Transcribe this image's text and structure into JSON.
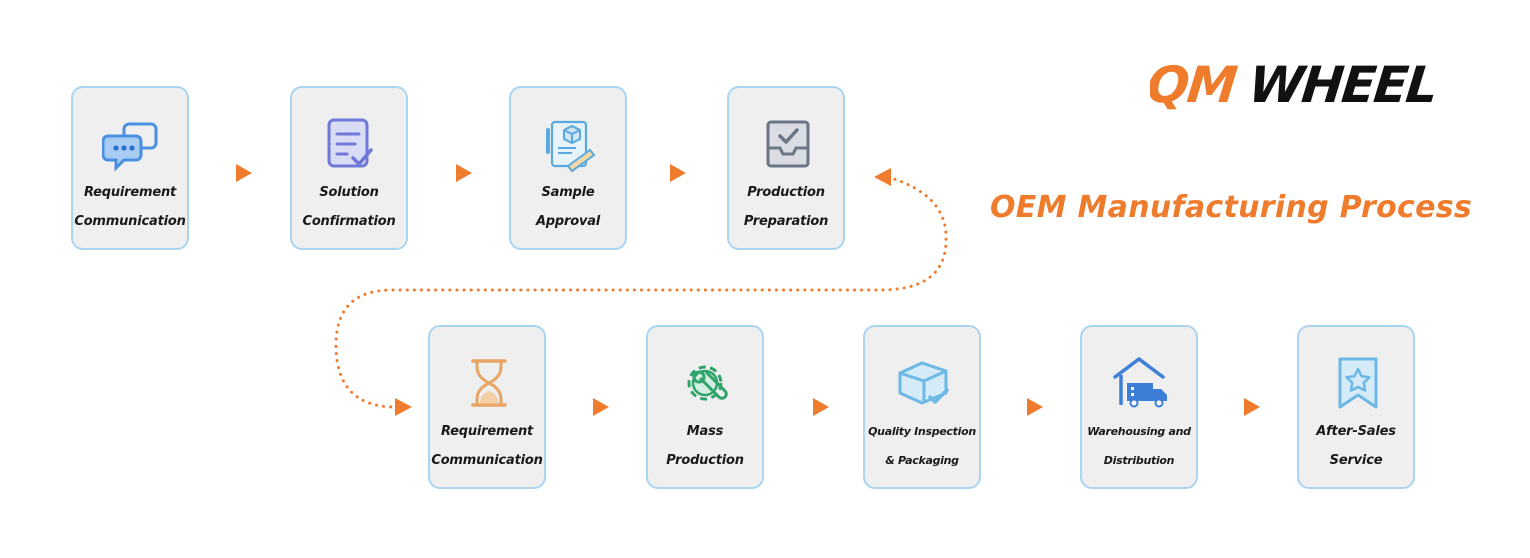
{
  "title": "OEM Manufacturing Process",
  "logo": {
    "text": "QMWHEEL",
    "part_orange": "QM",
    "part_black": "WHEEL",
    "orange": "#ef7b2d",
    "black": "#111111"
  },
  "colors": {
    "accent": "#ef7b2d",
    "card_bg": "#efefef",
    "card_border": "#a9d5f0"
  },
  "steps": [
    {
      "line1": "Requirement",
      "line2": "Communication",
      "icon": "chat-bubbles-icon"
    },
    {
      "line1": "Solution",
      "line2": "Confirmation",
      "icon": "document-check-icon"
    },
    {
      "line1": "Sample",
      "line2": "Approval",
      "icon": "blueprint-icon"
    },
    {
      "line1": "Production",
      "line2": "Preparation",
      "icon": "inbox-check-icon"
    },
    {
      "line1": "Requirement",
      "line2": "Communication",
      "icon": "hourglass-icon"
    },
    {
      "line1": "Mass",
      "line2": "Production",
      "icon": "gear-wrench-icon"
    },
    {
      "line1": "Quality Inspection",
      "line2": "& Packaging",
      "icon": "box-check-icon"
    },
    {
      "line1": "Warehousing and",
      "line2": "Distribution",
      "icon": "warehouse-truck-icon"
    },
    {
      "line1": "After-Sales",
      "line2": "Service",
      "icon": "star-bookmark-icon"
    }
  ]
}
